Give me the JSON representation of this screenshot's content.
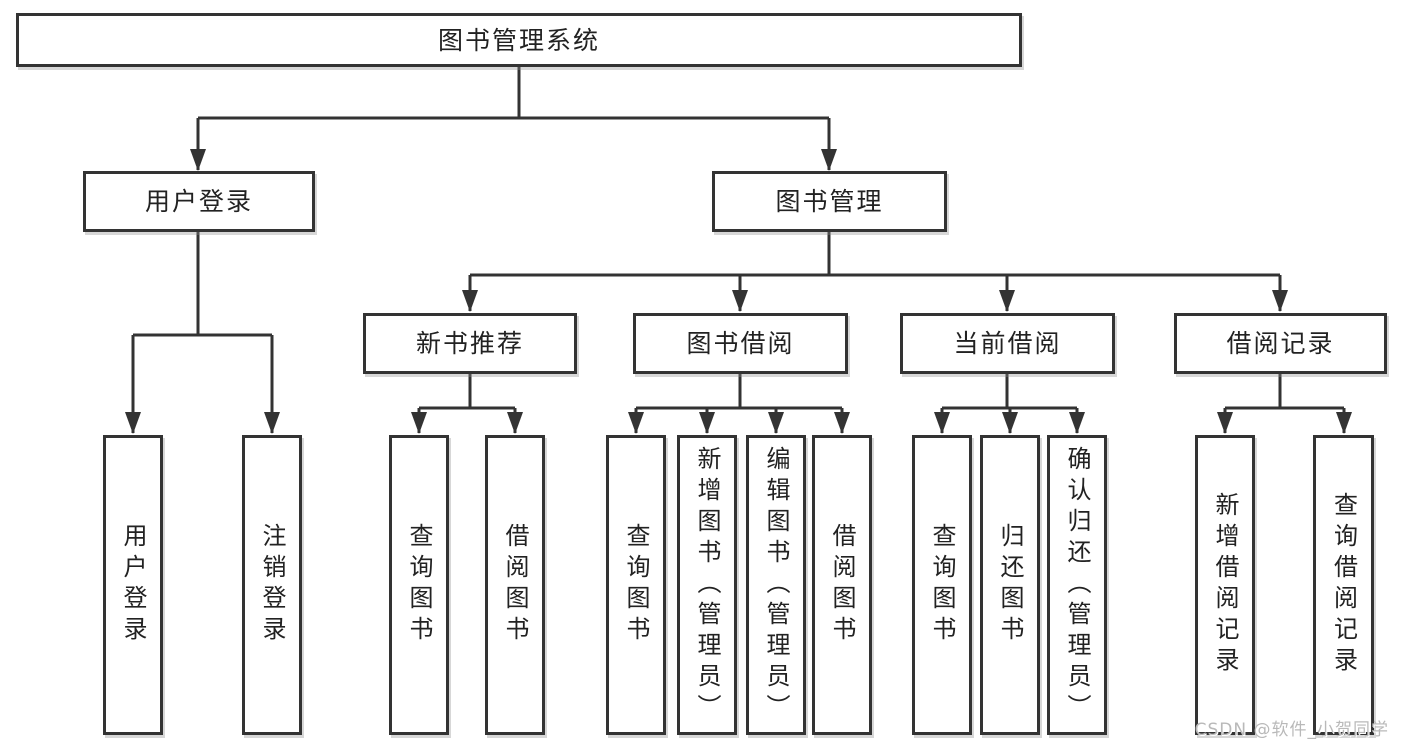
{
  "diagram": {
    "title": "图书管理系统",
    "level2": [
      {
        "id": "user-login",
        "label": "用户登录"
      },
      {
        "id": "book-management",
        "label": "图书管理"
      }
    ],
    "level3": [
      {
        "id": "new-book-recommend",
        "label": "新书推荐"
      },
      {
        "id": "book-borrow",
        "label": "图书借阅"
      },
      {
        "id": "current-borrow",
        "label": "当前借阅"
      },
      {
        "id": "borrow-records",
        "label": "借阅记录"
      }
    ],
    "leaves": [
      {
        "id": "user-login",
        "label": "用户登录"
      },
      {
        "id": "logout",
        "label": "注销登录"
      },
      {
        "id": "query-books-recommend",
        "label": "查询图书"
      },
      {
        "id": "borrow-books-recommend",
        "label": "借阅图书"
      },
      {
        "id": "query-books-borrow",
        "label": "查询图书"
      },
      {
        "id": "add-book-admin",
        "label": "新增图书（管理员）"
      },
      {
        "id": "edit-book-admin",
        "label": "编辑图书（管理员）"
      },
      {
        "id": "borrow-books-borrow",
        "label": "借阅图书"
      },
      {
        "id": "query-books-current",
        "label": "查询图书"
      },
      {
        "id": "return-book",
        "label": "归还图书"
      },
      {
        "id": "confirm-return-admin",
        "label": "确认归还（管理员）"
      },
      {
        "id": "add-borrow-record",
        "label": "新增借阅记录"
      },
      {
        "id": "query-borrow-record",
        "label": "查询借阅记录"
      }
    ],
    "colors": {
      "border": "#333333",
      "line": "#333333",
      "text": "#222222",
      "background": "#ffffff",
      "watermark": "#b9b9b9"
    }
  },
  "watermark": {
    "text": "CSDN @软件_小贺同学"
  }
}
